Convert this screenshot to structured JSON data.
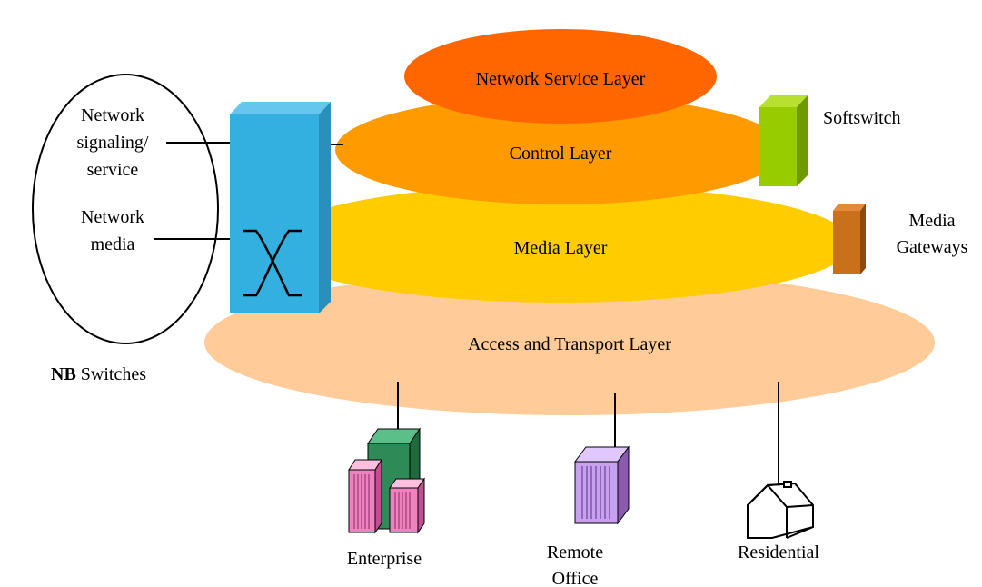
{
  "layers": {
    "network_service": {
      "label": "Network Service Layer",
      "color": "#ff6600"
    },
    "control": {
      "label": "Control Layer",
      "color": "#ff9a00"
    },
    "media": {
      "label": "Media Layer",
      "color": "#ffcc00"
    },
    "access_transport": {
      "label": "Access and Transport Layer",
      "color": "#ffcc99"
    }
  },
  "nb_switches": {
    "label_bold": "NB",
    "label_rest": " Switches",
    "signaling_line1": "Network",
    "signaling_line2": "signaling/",
    "signaling_line3": "service",
    "media_line1": "Network",
    "media_line2": "media",
    "color": "#33b0e0"
  },
  "softswitch": {
    "label": "Softswitch",
    "color": "#99cc00"
  },
  "media_gateways": {
    "line1": "Media",
    "line2": "Gateways",
    "color": "#c8701a"
  },
  "endpoints": {
    "enterprise": {
      "label": "Enterprise"
    },
    "remote_office": {
      "line1": "Remote",
      "line2": "Office"
    },
    "residential": {
      "label": "Residential"
    }
  }
}
